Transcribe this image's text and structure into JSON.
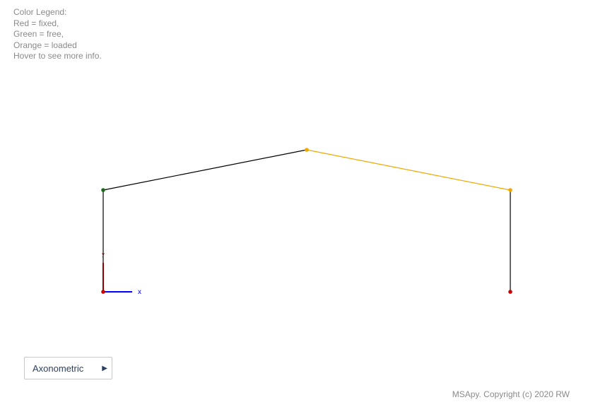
{
  "legend": {
    "lines": [
      "Color Legend:",
      "Red = fixed,",
      "Green = free,",
      "Orange = loaded",
      "Hover to see more info."
    ]
  },
  "colors": {
    "fixed": "#cc0000",
    "free": "#1a6b1a",
    "loaded": "#f0a800",
    "member": "#000000",
    "x_axis": "#0000ff",
    "y_axis": "#8b0000"
  },
  "axes": {
    "x_label": "x",
    "y_label": "y"
  },
  "view_menu": {
    "selected": "Axonometric",
    "arrow": "▶"
  },
  "footer": {
    "copyright": "MSApy. Copyright (c) 2020 RW"
  }
}
